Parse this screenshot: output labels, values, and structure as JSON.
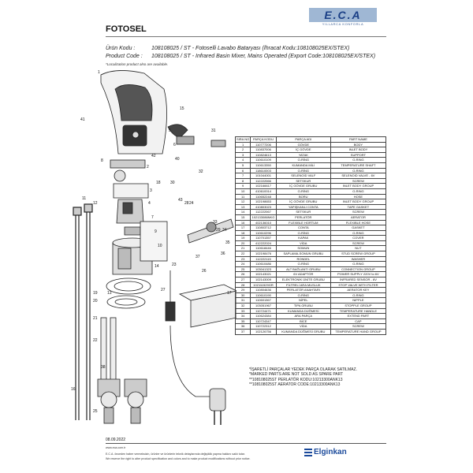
{
  "header": {
    "brand": "E.C.A",
    "brand_tag": "YILLARCA KONFORLA",
    "title": "FOTOSEL"
  },
  "product": {
    "tr_label": "Ürün Kodu :",
    "tr_value": "108108025 / ST - Fotoselli Lavabo Bataryası (İhracat Kodu:108108025EX/STEX)",
    "en_label": "Product Code :",
    "en_value": "108108025 / ST - Infrared Basin Mixer, Mains Operated (Export Code:108108025EX/STEX)",
    "note": "*Localization product also are available."
  },
  "callouts": [
    "1",
    "2",
    "3",
    "4",
    "5",
    "6",
    "7",
    "8",
    "9",
    "10",
    "11",
    "12",
    "13",
    "14",
    "15",
    "16",
    "17",
    "18",
    "19",
    "20",
    "21",
    "22",
    "23",
    "24",
    "25",
    "26",
    "27",
    "28",
    "29",
    "30",
    "31",
    "32",
    "33",
    "34",
    "35",
    "36",
    "37",
    "38",
    "40",
    "41",
    "42",
    "43"
  ],
  "table": {
    "headers": [
      "SIRA NO",
      "PARÇA KODU",
      "PARÇA ADI",
      "PART NAME"
    ],
    "rows": [
      [
        "1",
        "110777206",
        "GÖVDE",
        "BODY"
      ],
      [
        "2",
        "110837006",
        "İÇ GÖVDE",
        "INLET BODY"
      ],
      [
        "3",
        "110824613",
        "YATAK",
        "SUPPORT"
      ],
      [
        "4",
        "110610109",
        "O-RİNG",
        "O-RING"
      ],
      [
        "5",
        "110613350",
        "KUMANDA MİLİ",
        "TEMPERATURE SHAFT"
      ],
      [
        "6",
        "118610003",
        "O-RİNG",
        "O-RING"
      ],
      [
        "7",
        "101044001",
        "SELENOİD VALF",
        "SELENOID VALVE - 6V"
      ],
      [
        "8",
        "112222066",
        "SETSKUR",
        "SCREW"
      ],
      [
        "9",
        "102166617",
        "İÇ GÖVDE GRUBU",
        "INLET BODY GROUP"
      ],
      [
        "10",
        "410610014",
        "O-RİNG",
        "O-RING"
      ],
      [
        "11",
        "110652248",
        "BORU",
        "HOSE"
      ],
      [
        "12",
        "102198653",
        "İÇ GÖVDE GRUBU",
        "INLET BODY GROUP"
      ],
      [
        "13",
        "410803023",
        "YAPIŞKANLI CONTA",
        "TAPE GASKET"
      ],
      [
        "14",
        "112222067",
        "SETSKUR",
        "SCREW"
      ],
      [
        "15",
        "102133086NKG",
        "PERLATÖR",
        "AERATOR"
      ],
      [
        "16",
        "402136010",
        "FLEXIBLE HORTUM",
        "FLEXIBLE HOSE"
      ],
      [
        "17",
        "110803712",
        "CONTA",
        "GASKET"
      ],
      [
        "18",
        "110610296",
        "O-RİNG",
        "O-RING"
      ],
      [
        "19",
        "110701357",
        "KAPAK",
        "COVER"
      ],
      [
        "20",
        "412222024",
        "VİDA",
        "SCREW"
      ],
      [
        "21",
        "110618446",
        "SOMUN",
        "NUT"
      ],
      [
        "22",
        "102198476",
        "SAPLAMA-SOMUN GRUBU",
        "STUD SCREW GROUP"
      ],
      [
        "23",
        "112222115",
        "RONDEL",
        "WASHER"
      ],
      [
        "24",
        "110610486",
        "O-RİNG",
        "O-RING"
      ],
      [
        "25",
        "103041323",
        "ALT BAĞLANTI GRUBU",
        "CONNECTION GROUP"
      ],
      [
        "26",
        "102143021",
        "6V ADAPTÖR",
        "POWER SUPPLY 220V to 6V"
      ],
      [
        "27",
        "102143009",
        "ELEKTRONİK ÜNİTE GRUBU",
        "INFRARED SENSOR - 6V"
      ],
      [
        "28",
        "102111529GR",
        "FİLTRELİ ARA MUSLUK",
        "STOP VALVE WITH FILTER"
      ],
      [
        "29",
        "110804636",
        "PERLATÖR ANAHTARI",
        "AERATOR KEY"
      ],
      [
        "30",
        "110610190",
        "O-RİNG",
        "O-RING"
      ],
      [
        "31",
        "110601367",
        "NİPEL",
        "NIPPLE"
      ],
      [
        "32",
        "103051967",
        "TIPA GRUBU",
        "STOPPLE GROUP"
      ],
      [
        "33",
        "110724471",
        "KUMANDA DÜĞMESİ",
        "TEMPERATURE HANDLE"
      ],
      [
        "34",
        "110624384",
        "ARA PARÇA",
        "EXTEND PART"
      ],
      [
        "35",
        "110724347",
        "BİCE",
        "CAP"
      ],
      [
        "36",
        "110722312",
        "VİDA",
        "SCREW"
      ],
      [
        "37",
        "102126756",
        "KUMANDA DÜĞMESİ GRUBU",
        "TEMPERATURE HAND GROUP"
      ]
    ]
  },
  "notes": [
    "*İŞARETLİ PARÇALAR YEDEK PARÇA OLARAK SATILMAZ.",
    "*MARKED PARTS ARE NOT SOLD AS SPARE PART",
    "**108108025ST PERLATÖR KODU:10213300ANK13",
    "**108108025ST AERATOR CODE:10213300ANK13"
  ],
  "footer": {
    "date": "08.09.2022",
    "web": "www.eca.com.tr",
    "line_tr": "E.C.A. önceden haber vermeksizin, ürünler ve ürünlerin teknik detaylarında değişiklik yapma hakkını saklı tutar.",
    "line_en": "We reserve the right to alter product specification and colors and to make product modifications without prior notice.",
    "company": "Elginkan"
  }
}
